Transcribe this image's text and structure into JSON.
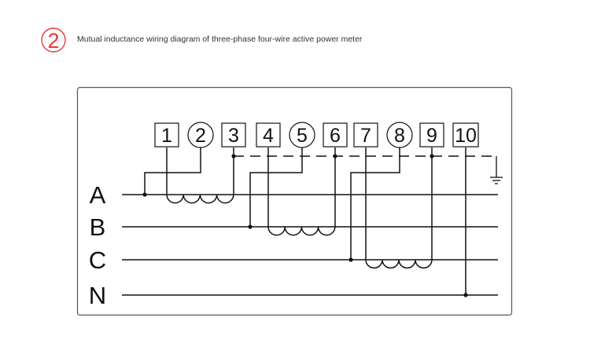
{
  "heading": {
    "number": "2",
    "title": "Mutual inductance wiring diagram of three-phase four-wire active power meter",
    "number_color": "#e53935"
  },
  "diagram": {
    "terminals": [
      {
        "label": "1",
        "shape": "square"
      },
      {
        "label": "2",
        "shape": "circle"
      },
      {
        "label": "3",
        "shape": "square"
      },
      {
        "label": "4",
        "shape": "square"
      },
      {
        "label": "5",
        "shape": "circle"
      },
      {
        "label": "6",
        "shape": "square"
      },
      {
        "label": "7",
        "shape": "square"
      },
      {
        "label": "8",
        "shape": "circle"
      },
      {
        "label": "9",
        "shape": "square"
      },
      {
        "label": "10",
        "shape": "square"
      }
    ],
    "phases": [
      "A",
      "B",
      "C",
      "N"
    ],
    "line_color": "#111111",
    "frame_color": "#555555"
  }
}
